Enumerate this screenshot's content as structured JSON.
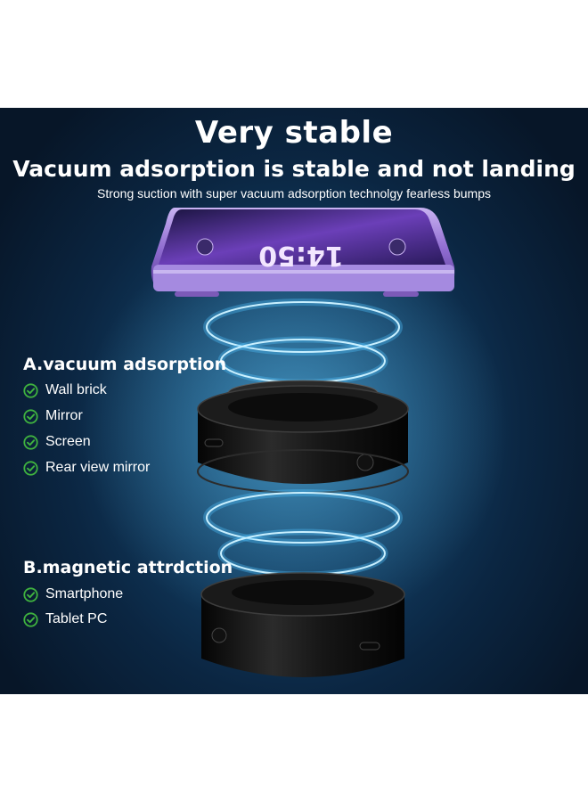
{
  "title": "Very stable",
  "subtitle": "Vacuum adsorption is stable and not landing",
  "tagline": "Strong suction with super vacuum adsorption technolgy fearless bumps",
  "phone_clock": "14:50",
  "sections": [
    {
      "heading": "A.vacuum adsorption",
      "items": [
        "Wall brick",
        "Mirror",
        "Screen",
        "Rear view mirror"
      ]
    },
    {
      "heading": "B.magnetic attrdction",
      "items": [
        "Smartphone",
        "Tablet PC"
      ]
    }
  ],
  "colors": {
    "check": "#3fb23f",
    "background_dark": "#071628",
    "background_light": "#1d5a86",
    "ring_glow": "#4fc3ff",
    "phone_frame": "#9b7ad6"
  },
  "icons": [
    "check-circle-icon"
  ]
}
